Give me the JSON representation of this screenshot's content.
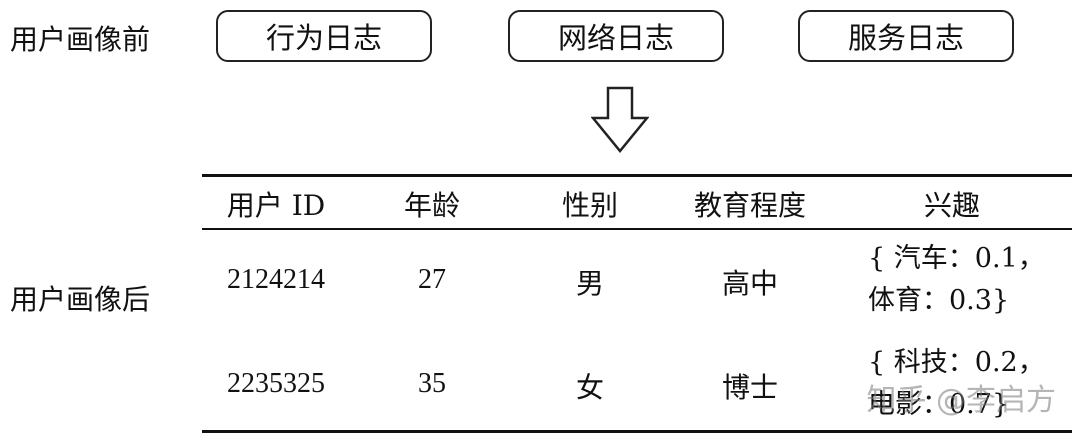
{
  "labels": {
    "before": "用户画像前",
    "after": "用户画像后"
  },
  "boxes": [
    "行为日志",
    "网络日志",
    "服务日志"
  ],
  "table": {
    "headers": [
      "用户 ID",
      "年龄",
      "性别",
      "教育程度",
      "兴趣"
    ],
    "rows": [
      {
        "id": "2124214",
        "age": "27",
        "gender": "男",
        "edu": "高中",
        "interest_line1": "{ 汽车：0.1，",
        "interest_line2": "体育：0.3}"
      },
      {
        "id": "2235325",
        "age": "35",
        "gender": "女",
        "edu": "博士",
        "interest_line1": "{ 科技：0.2，",
        "interest_line2": "电影：0.7}"
      }
    ]
  },
  "watermark": "知乎 @李启方"
}
